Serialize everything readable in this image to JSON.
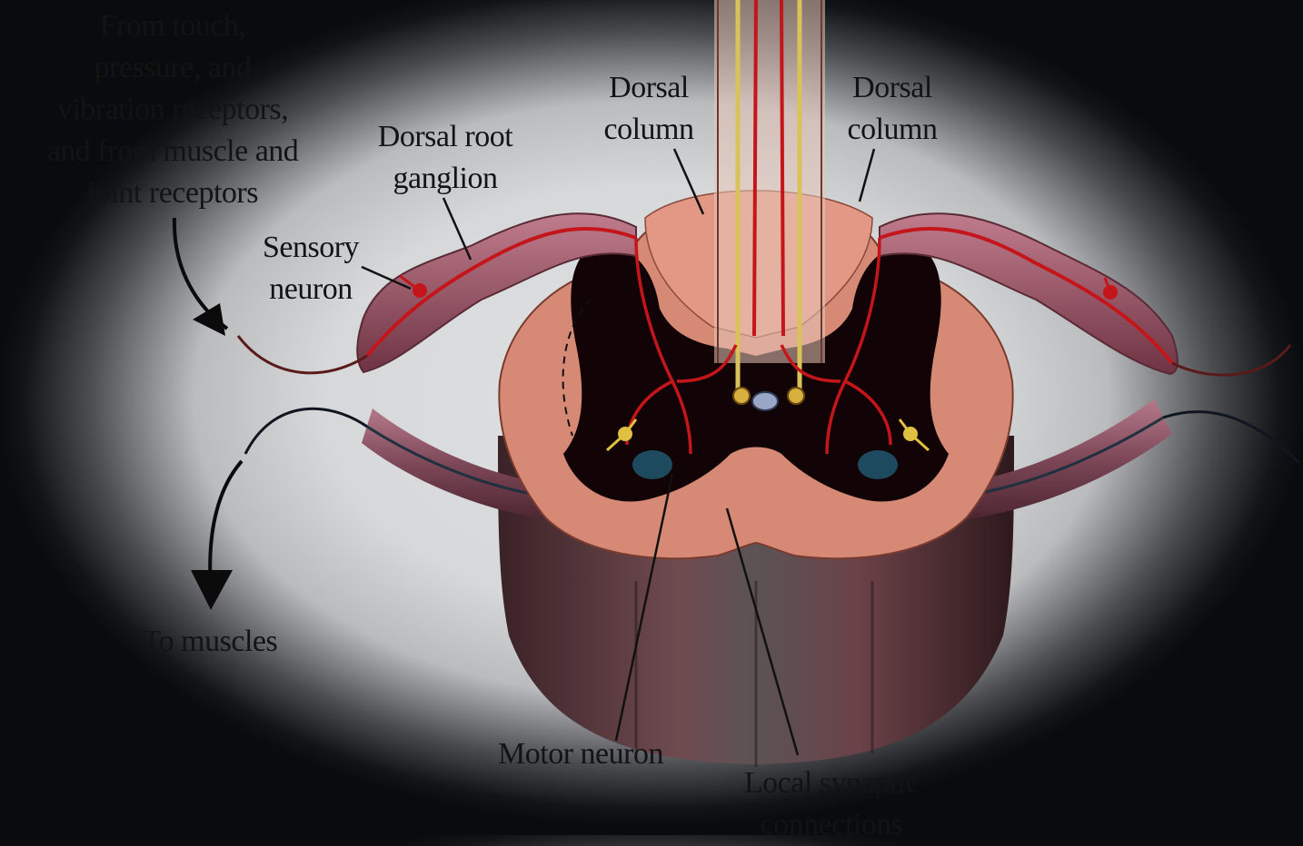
{
  "labels": {
    "from_touch": "From touch,\npressure, and\nvibration receptors,\nand from muscle and\njoint receptors",
    "dorsal_root_ganglion": "Dorsal root\nganglion",
    "sensory_neuron": "Sensory\nneuron",
    "dorsal_column_left": "Dorsal\ncolumn",
    "dorsal_column_right": "Dorsal\ncolumn",
    "to_muscles": "To muscles",
    "motor_neuron": "Motor neuron",
    "local_synaptic_connections": "Local synaptic\nconnections"
  },
  "colors": {
    "white_matter": "#d68a76",
    "gray_matter": "#120406",
    "axon": "#c4161a",
    "dorsal_column_fibers": "#d9c25a",
    "spinal_nerve": "#8a4a5a",
    "ganglion": "#a15a6a"
  }
}
